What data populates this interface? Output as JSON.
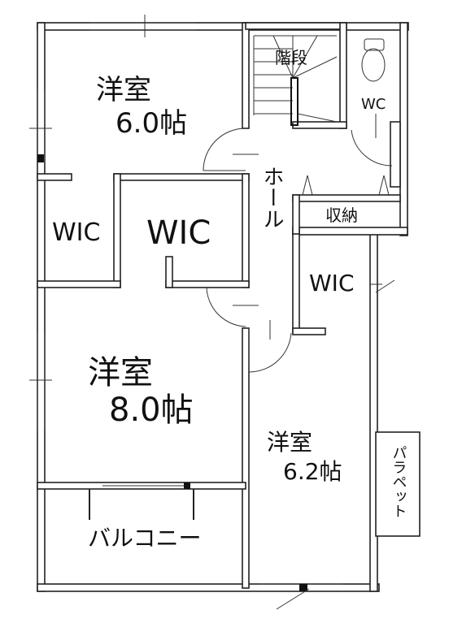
{
  "plan": {
    "rooms": {
      "western_room_1": {
        "name": "洋室",
        "size": "6.0帖"
      },
      "western_room_2": {
        "name": "洋室",
        "size": "8.0帖"
      },
      "western_room_3": {
        "name": "洋室",
        "size": "6.2帖"
      }
    },
    "labels": {
      "stairs": "階段",
      "wc": "WC",
      "hall": "ホール",
      "storage": "収納",
      "wic_left": "WIC",
      "wic_center": "WIC",
      "wic_right": "WIC",
      "balcony": "バルコニー",
      "parapet": "パラペット"
    }
  }
}
